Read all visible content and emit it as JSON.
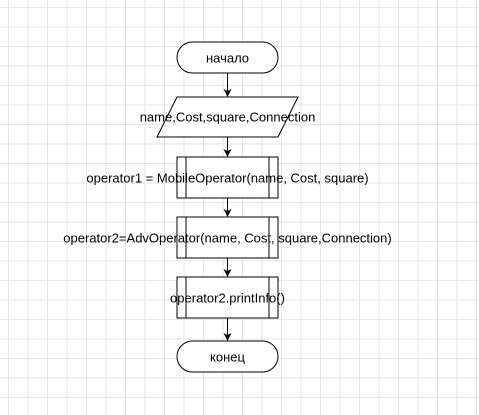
{
  "flowchart": {
    "start": "начало",
    "input": "name,Cost,square,Connection",
    "step1": "operator1 = MobileOperator(name, Cost, square)",
    "step2": "operator2=AdvOperator(name, Cost, square,Connection)",
    "step3": "operator2.printInfo()",
    "end": "конец"
  },
  "colors": {
    "stroke": "#000000",
    "fill": "#ffffff",
    "grid": "#e6e6e6"
  }
}
